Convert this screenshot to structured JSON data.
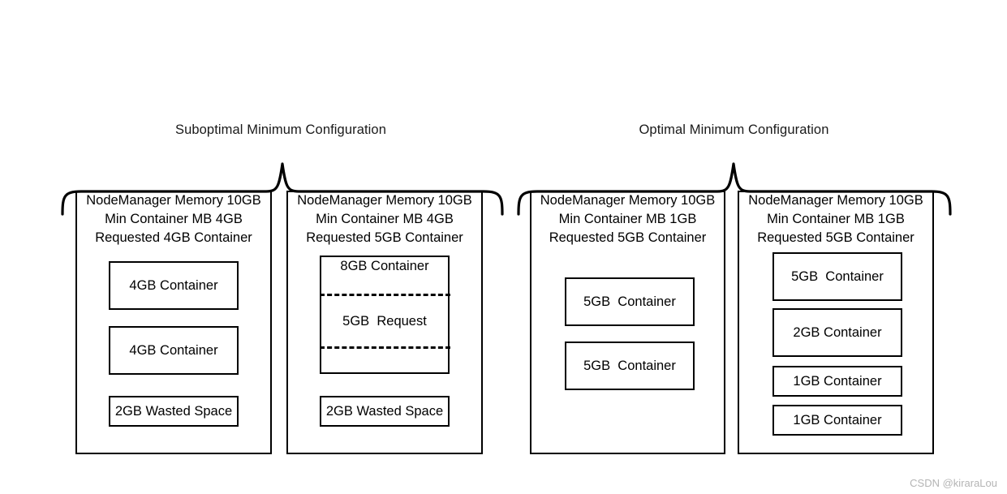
{
  "watermark": "CSDN @kiraraLou",
  "groups": [
    {
      "title": "Suboptimal Minimum Configuration",
      "panels": [
        {
          "header": [
            "NodeManager Memory 10GB",
            "Min Container MB 4GB",
            "Requested 4GB Container"
          ],
          "boxes": [
            {
              "label": "4GB Container"
            },
            {
              "label": "4GB Container"
            },
            {
              "label": "2GB Wasted Space"
            }
          ]
        },
        {
          "header": [
            "NodeManager Memory 10GB",
            "Min Container MB 4GB",
            "Requested 5GB Container"
          ],
          "boxes": [
            {
              "label": "8GB Container",
              "nested": "5GB  Request"
            },
            {
              "label": "2GB Wasted Space"
            }
          ]
        }
      ]
    },
    {
      "title": "Optimal Minimum Configuration",
      "panels": [
        {
          "header": [
            "NodeManager Memory 10GB",
            "Min Container MB 1GB",
            "Requested 5GB Container"
          ],
          "boxes": [
            {
              "label": "5GB  Container"
            },
            {
              "label": "5GB  Container"
            }
          ]
        },
        {
          "header": [
            "NodeManager Memory 10GB",
            "Min Container MB 1GB",
            "Requested 5GB Container"
          ],
          "boxes": [
            {
              "label": "5GB  Container"
            },
            {
              "label": "2GB Container"
            },
            {
              "label": "1GB Container"
            },
            {
              "label": "1GB Container"
            }
          ]
        }
      ]
    }
  ]
}
